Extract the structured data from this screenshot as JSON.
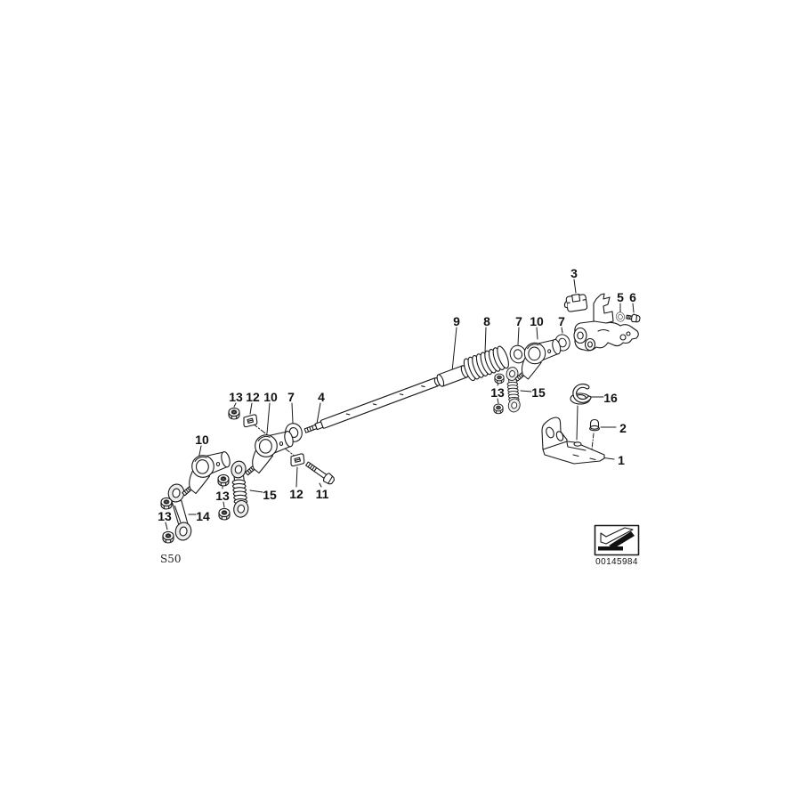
{
  "page": {
    "background": "#ffffff",
    "line_color": "#1a1a1a"
  },
  "diagram": {
    "callouts": [
      {
        "label": "3"
      },
      {
        "label": "5"
      },
      {
        "label": "6"
      },
      {
        "label": "9"
      },
      {
        "label": "8"
      },
      {
        "label": "7"
      },
      {
        "label": "10"
      },
      {
        "label": "7"
      },
      {
        "label": "13"
      },
      {
        "label": "12"
      },
      {
        "label": "10"
      },
      {
        "label": "7"
      },
      {
        "label": "4"
      },
      {
        "label": "10"
      },
      {
        "label": "13"
      },
      {
        "label": "15"
      },
      {
        "label": "12"
      },
      {
        "label": "11"
      },
      {
        "label": "13"
      },
      {
        "label": "14"
      },
      {
        "label": "13"
      },
      {
        "label": "15"
      },
      {
        "label": "16"
      },
      {
        "label": "2"
      },
      {
        "label": "1"
      }
    ],
    "model_code": "S50",
    "stamp": {
      "number": "00145984",
      "icon": "diagram-pointer-arrow-icon"
    }
  }
}
